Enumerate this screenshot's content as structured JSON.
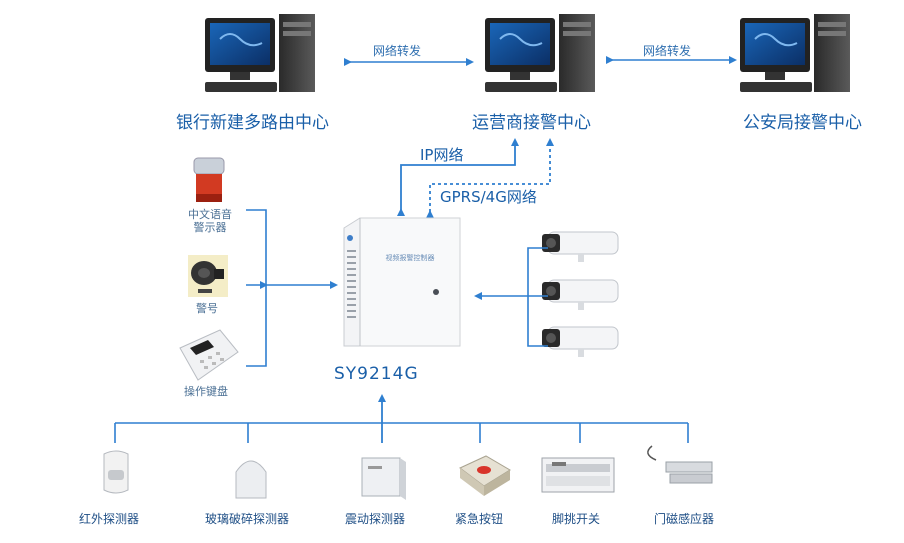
{
  "centers": {
    "bank": "银行新建多路由中心",
    "operator": "运营商接警中心",
    "police": "公安局接警中心"
  },
  "links": {
    "net_left": "网络转发",
    "net_right": "网络转发",
    "ip": "IP网络",
    "gprs": "GPRS/4G网络"
  },
  "controller": {
    "model": "SY9214G",
    "panel_text": "视频报警控制器"
  },
  "left_devices": {
    "siren_line1": "中文语音",
    "siren_line2": "警示器",
    "horn": "警号",
    "keypad": "操作键盘"
  },
  "sensors": [
    "红外探测器",
    "玻璃破碎探测器",
    "震动探测器",
    "紧急按钮",
    "脚挑开关",
    "门磁感应器"
  ],
  "colors": {
    "line": "#2f7fd0",
    "text": "#1a5fa8"
  }
}
